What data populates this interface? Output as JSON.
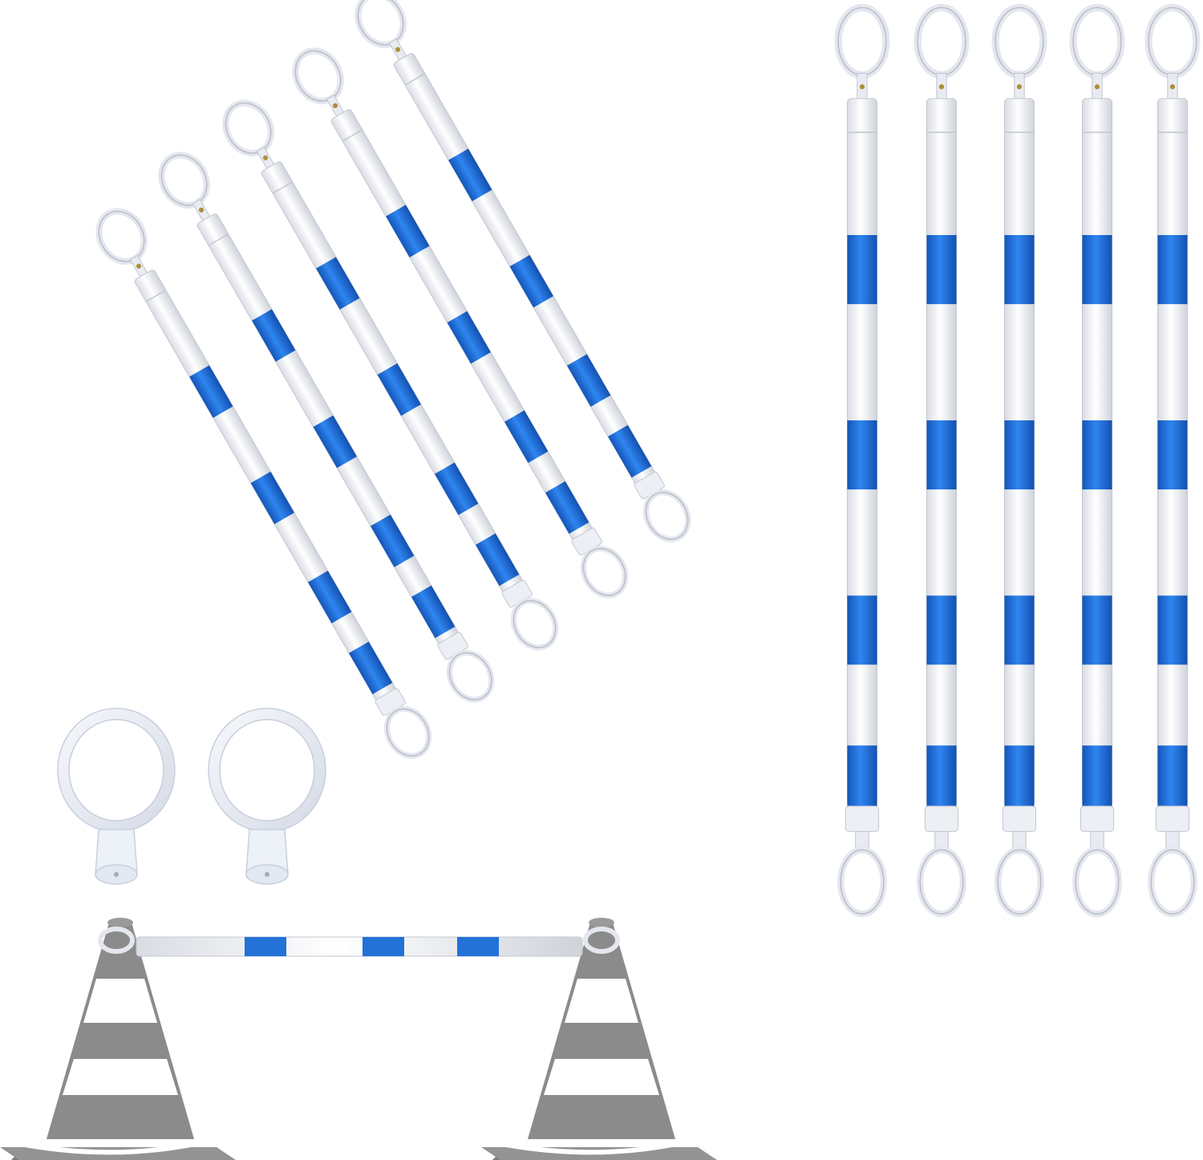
{
  "product": {
    "bar_count_diagonal": 5,
    "bar_count_vertical": 5,
    "spare_ring_count": 2,
    "stripe_color": "#1f6fd6",
    "bar_color": "#eef0f4",
    "bar_outline": "#c9ccd3",
    "cone_color": "#8b8b8b",
    "cone_stripe_color": "#ffffff"
  },
  "icons": {
    "bar": "cone-bar-icon",
    "ring": "connector-ring-icon",
    "cone": "traffic-cone-icon"
  }
}
